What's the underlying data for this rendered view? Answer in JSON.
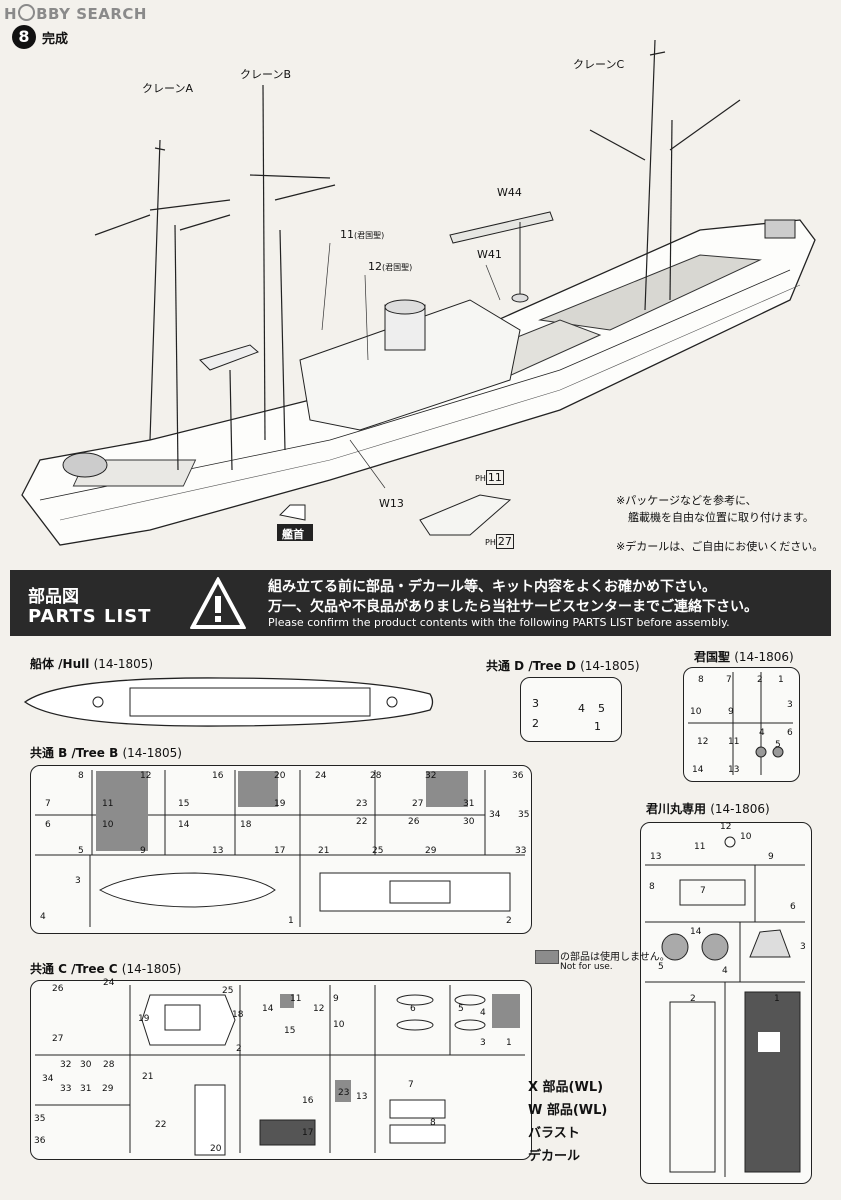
{
  "logo": {
    "text1": "H",
    "text2": "BBY SEARCH"
  },
  "step": {
    "number": "8",
    "title": "完成"
  },
  "assembly": {
    "crane_a": "クレーンA",
    "crane_b": "クレーンB",
    "crane_c": "クレーンC",
    "w44": "W44",
    "w41": "W41",
    "w13": "W13",
    "part11": "11",
    "part11_note": "(君国聖)",
    "part12": "12",
    "part12_note": "(君国聖)",
    "ph11_prefix": "PH",
    "ph11": "11",
    "ph27_prefix": "PH",
    "ph27": "27",
    "bow": "艦首",
    "note1": "※パッケージなどを参考に、",
    "note2": "艦載機を自由な位置に取り付けます。",
    "note3": "※デカールは、ご自由にお使いください。"
  },
  "banner": {
    "title_jp": "部品図",
    "title_en": "PARTS LIST",
    "msg1": "組み立てる前に部品・デカール等、キット内容をよくお確かめ下さい。",
    "msg2": "万一、欠品や不良品がありましたら当社サービスセンターまでご連絡下さい。",
    "msg3": "Please confirm the product contents with the following PARTS LIST before assembly."
  },
  "parts": {
    "hull": {
      "name": "船体 /Hull",
      "code": "(14-1805)"
    },
    "tree_d": {
      "name": "共通 D /Tree D",
      "code": "(14-1805)",
      "nums": [
        "3",
        "2",
        "4",
        "5",
        "1"
      ]
    },
    "kunkuni": {
      "name": "君国聖",
      "code": "(14-1806)",
      "nums": [
        "8",
        "7",
        "2",
        "1",
        "3",
        "10",
        "9",
        "4",
        "5",
        "6",
        "12",
        "11",
        "14",
        "13"
      ]
    },
    "tree_b": {
      "name": "共通 B /Tree B",
      "code": "(14-1805)",
      "nums": [
        "8",
        "12",
        "16",
        "20",
        "24",
        "28",
        "32",
        "36",
        "7",
        "11",
        "15",
        "19",
        "23",
        "27",
        "31",
        "6",
        "10",
        "14",
        "18",
        "22",
        "26",
        "30",
        "34",
        "35",
        "5",
        "9",
        "13",
        "17",
        "21",
        "25",
        "29",
        "33",
        "3",
        "4",
        "1",
        "2"
      ]
    },
    "kimikawa": {
      "name": "君川丸専用",
      "code": "(14-1806)",
      "nums": [
        "12",
        "10",
        "13",
        "11",
        "9",
        "8",
        "7",
        "6",
        "5",
        "14",
        "4",
        "3",
        "2",
        "1"
      ]
    },
    "tree_c": {
      "name": "共通 C /Tree C",
      "code": "(14-1805)",
      "nums": [
        "26",
        "24",
        "25",
        "19",
        "18",
        "14",
        "11",
        "12",
        "9",
        "6",
        "5",
        "4",
        "27",
        "15",
        "10",
        "3",
        "2",
        "1",
        "32",
        "30",
        "28",
        "21",
        "34",
        "33",
        "31",
        "29",
        "16",
        "23",
        "13",
        "7",
        "35",
        "22",
        "17",
        "8",
        "36",
        "20"
      ]
    },
    "legend": {
      "text": "の部品は使用しません。",
      "text_en": "Not for use."
    },
    "extras": [
      "X 部品(WL)",
      "W 部品(WL)",
      "バラスト",
      "デカール"
    ]
  }
}
